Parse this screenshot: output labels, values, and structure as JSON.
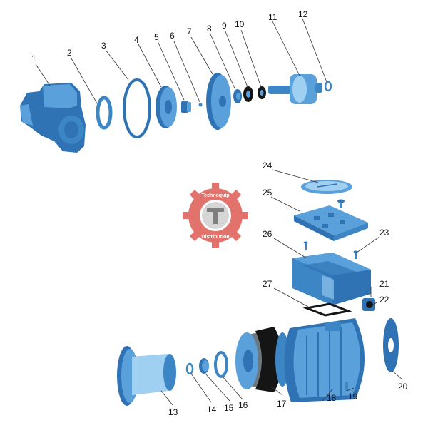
{
  "diagram": {
    "part_labels": [
      "1",
      "2",
      "3",
      "4",
      "5",
      "6",
      "7",
      "8",
      "9",
      "10",
      "11",
      "12",
      "13",
      "14",
      "15",
      "16",
      "17",
      "18",
      "19",
      "20",
      "21",
      "22",
      "23",
      "24",
      "25",
      "26",
      "27"
    ]
  },
  "watermark": {
    "line1": "Technoquip",
    "line2": "Distribution"
  },
  "colors": {
    "part_blue": "#5aa0db",
    "part_blue_dark": "#2f73b5",
    "watermark_red": "#d9443c"
  }
}
